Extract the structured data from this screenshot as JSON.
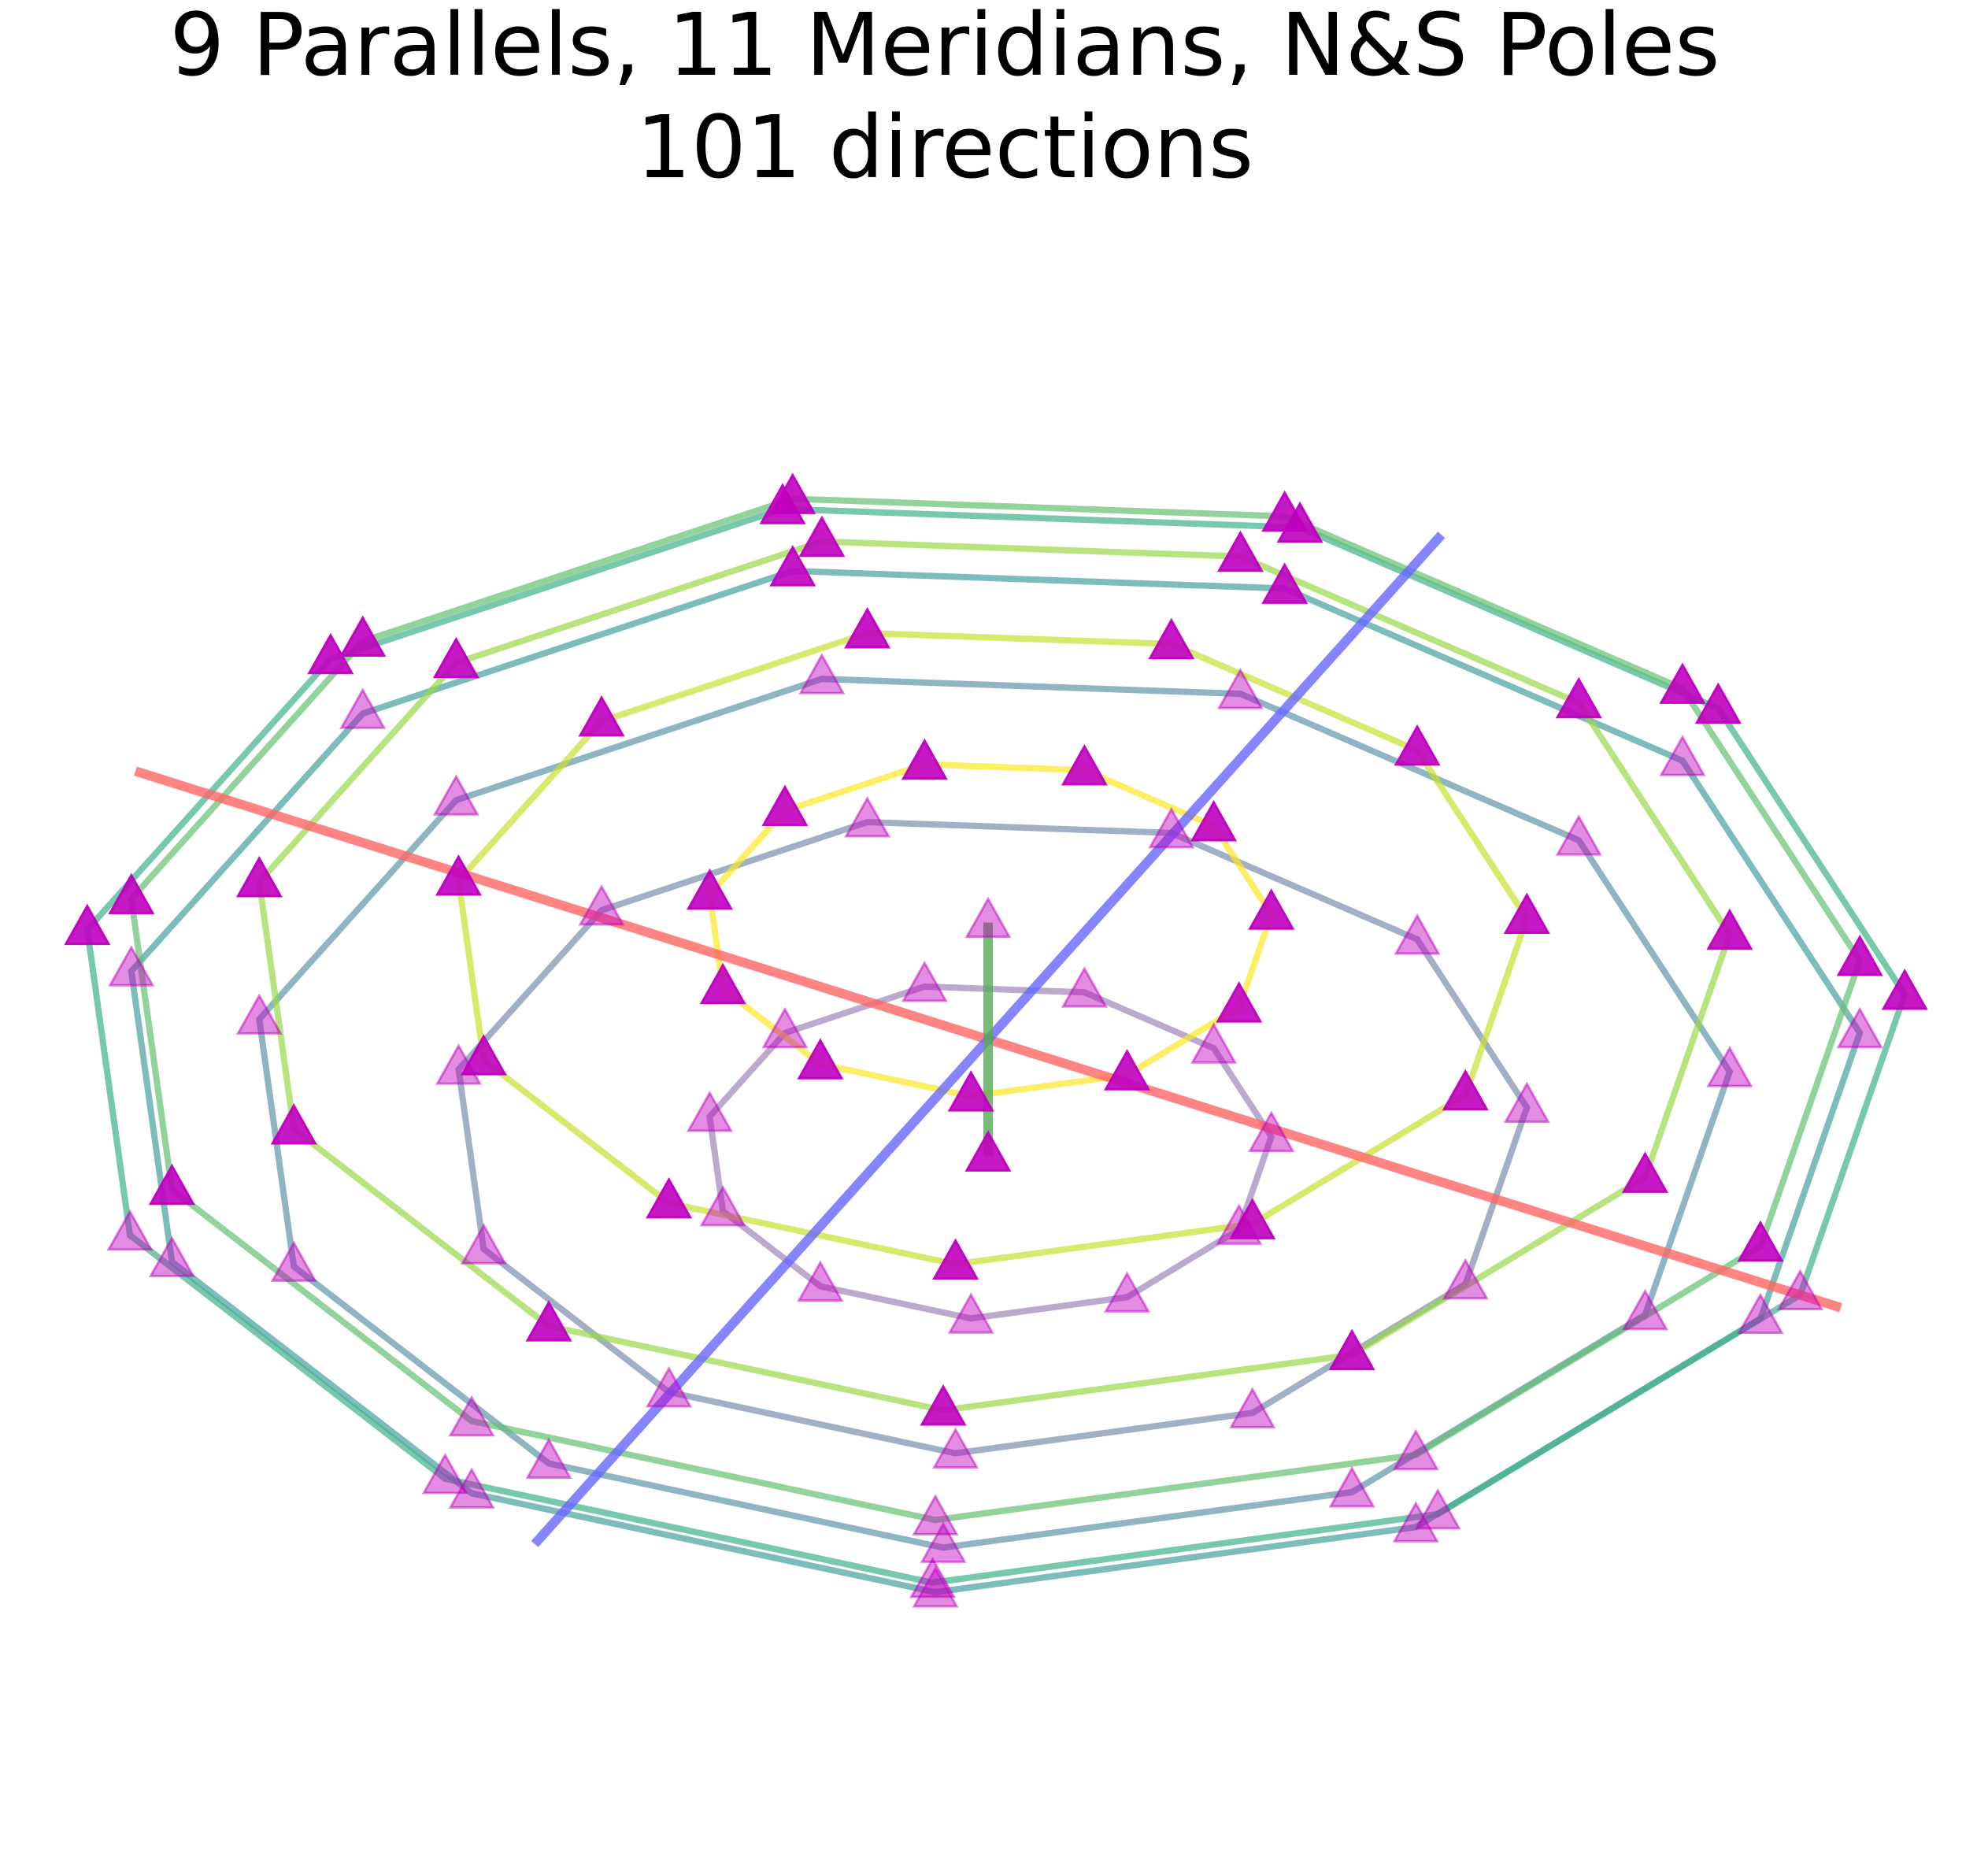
{
  "title": {
    "line1": "9 Parallels, 11 Meridians, N&S Poles",
    "line2": "101 directions"
  },
  "diagram": {
    "type": "3d-sphere-directions",
    "parallels": 9,
    "meridians": 11,
    "poles": "N&S",
    "direction_count": 101,
    "marker": "triangle",
    "marker_color": "#bf00bf",
    "parallel_colormap": [
      "#9e86b8",
      "#7b8fad",
      "#5f94a8",
      "#45a09c",
      "#3fb08a",
      "#62c070",
      "#9ad84a",
      "#c9e02e",
      "#fde725"
    ],
    "axes": [
      {
        "name": "x-axis",
        "color": "#ff6666"
      },
      {
        "name": "y-axis",
        "color": "#6666ff"
      },
      {
        "name": "z-axis",
        "color": "#55aa55"
      }
    ]
  }
}
